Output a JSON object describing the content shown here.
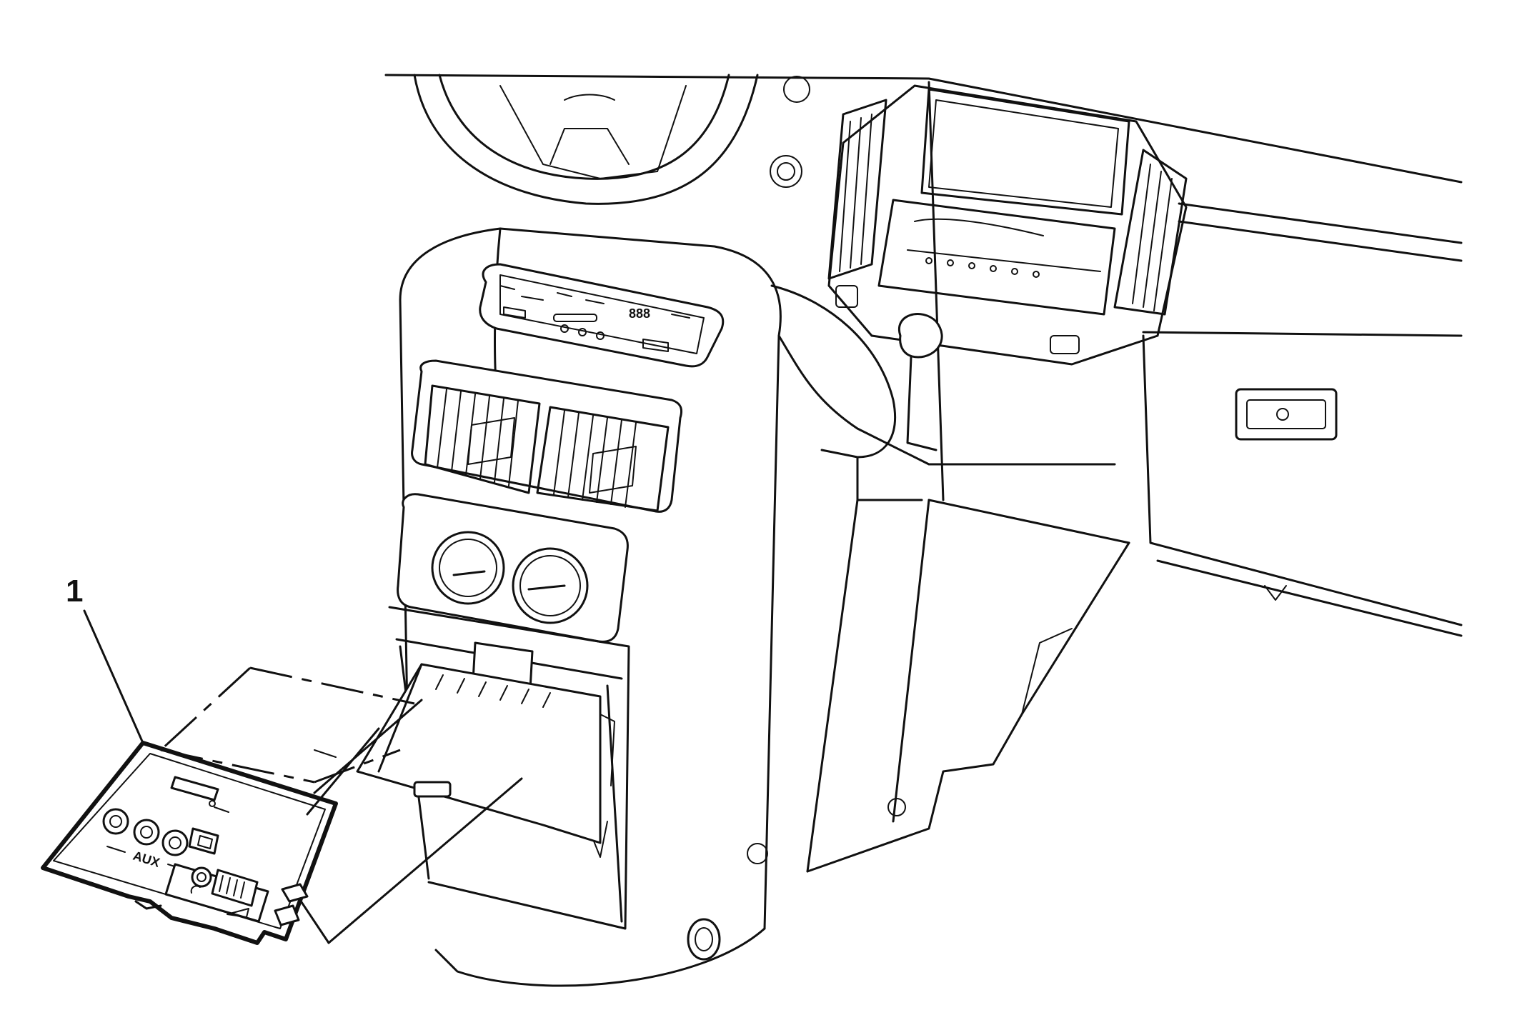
{
  "callouts": [
    {
      "label": "1"
    }
  ],
  "panel_labels": {
    "aux": "AUX",
    "display_digits": "888"
  },
  "colors": {
    "line": "#111111",
    "background": "#ffffff"
  }
}
